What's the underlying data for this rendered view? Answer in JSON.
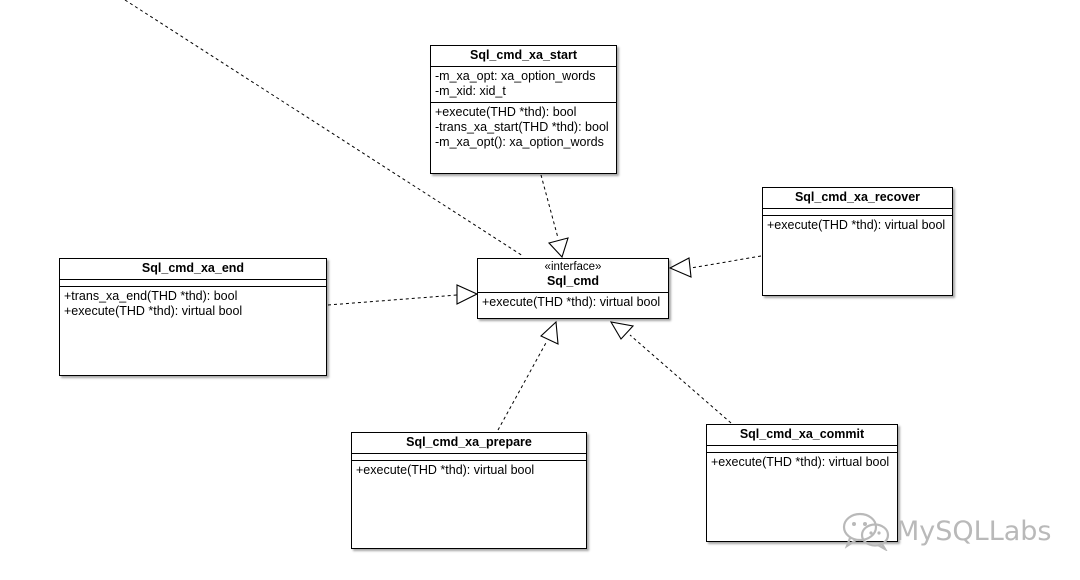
{
  "interface": {
    "stereotype": "«interface»",
    "name": "Sql_cmd",
    "operations": [
      "+execute(THD *thd): virtual bool"
    ]
  },
  "classes": {
    "xa_start": {
      "name": "Sql_cmd_xa_start",
      "attributes": [
        "-m_xa_opt: xa_option_words",
        "-m_xid: xid_t"
      ],
      "operations": [
        "+execute(THD *thd): bool",
        "-trans_xa_start(THD *thd): bool",
        "-m_xa_opt(): xa_option_words"
      ]
    },
    "xa_recover": {
      "name": "Sql_cmd_xa_recover",
      "attributes": [],
      "operations": [
        "+execute(THD *thd): virtual bool"
      ]
    },
    "xa_end": {
      "name": "Sql_cmd_xa_end",
      "attributes": [],
      "operations": [
        "+trans_xa_end(THD *thd): bool",
        "+execute(THD *thd): virtual bool"
      ]
    },
    "xa_prepare": {
      "name": "Sql_cmd_xa_prepare",
      "attributes": [],
      "operations": [
        "+execute(THD *thd): virtual bool"
      ]
    },
    "xa_commit": {
      "name": "Sql_cmd_xa_commit",
      "attributes": [],
      "operations": [
        "+execute(THD *thd): virtual bool"
      ]
    }
  },
  "watermark": {
    "text": "MySQLLabs",
    "icon": "wechat-icon",
    "color": "#b9b9b9"
  }
}
